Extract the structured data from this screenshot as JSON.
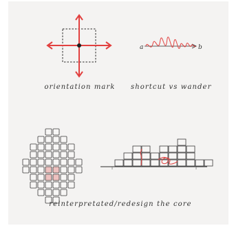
{
  "colors": {
    "paper": "#f4f3f2",
    "ink": "#2b2b2b",
    "accent": "#e2403f",
    "highlight": "#eec1bf"
  },
  "panels": {
    "orientation_mark": {
      "caption": "orientation mark",
      "icons": [
        "arrow-up-icon",
        "arrow-down-icon",
        "arrow-left-icon",
        "arrow-right-icon",
        "center-dot-icon"
      ]
    },
    "shortcut_vs_wander": {
      "caption": "shortcut vs wander",
      "start_label": "a",
      "end_label": "b"
    },
    "redesign_core": {
      "caption": "reinterpretated/redesign the core"
    }
  }
}
